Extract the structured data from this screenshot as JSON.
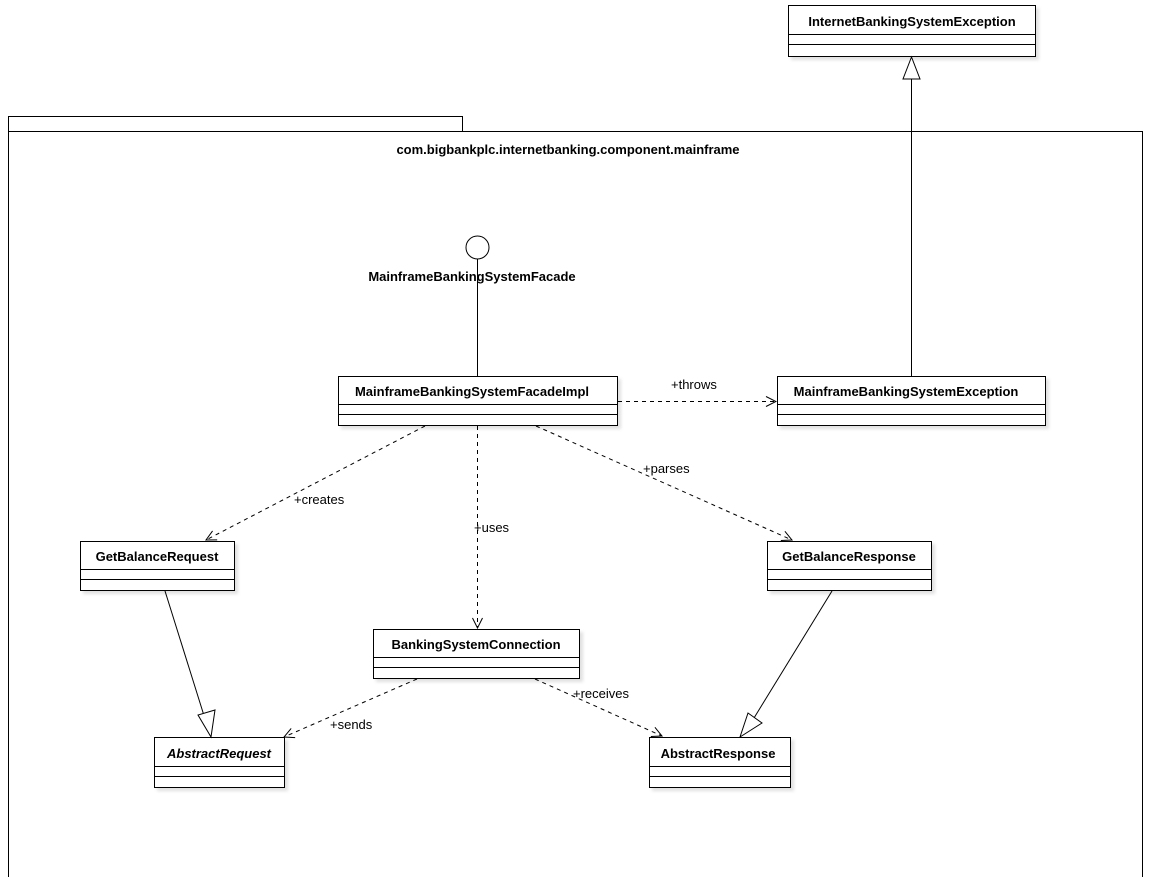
{
  "package": {
    "name": "com.bigbankplc.internetbanking.component.mainframe"
  },
  "interface": {
    "name": "MainframeBankingSystemFacade"
  },
  "classes": {
    "internet_exception": {
      "name": "InternetBankingSystemException"
    },
    "facade_impl": {
      "name": "MainframeBankingSystemFacadeImpl"
    },
    "mainframe_exception": {
      "name": "MainframeBankingSystemException"
    },
    "get_balance_request": {
      "name": "GetBalanceRequest"
    },
    "get_balance_response": {
      "name": "GetBalanceResponse"
    },
    "banking_connection": {
      "name": "BankingSystemConnection"
    },
    "abstract_request": {
      "name": "AbstractRequest",
      "abstract": true
    },
    "abstract_response": {
      "name": "AbstractResponse"
    }
  },
  "relations": {
    "throws": "+throws",
    "creates": "+creates",
    "uses": "+uses",
    "parses": "+parses",
    "sends": "+sends",
    "receives": "+receives"
  }
}
